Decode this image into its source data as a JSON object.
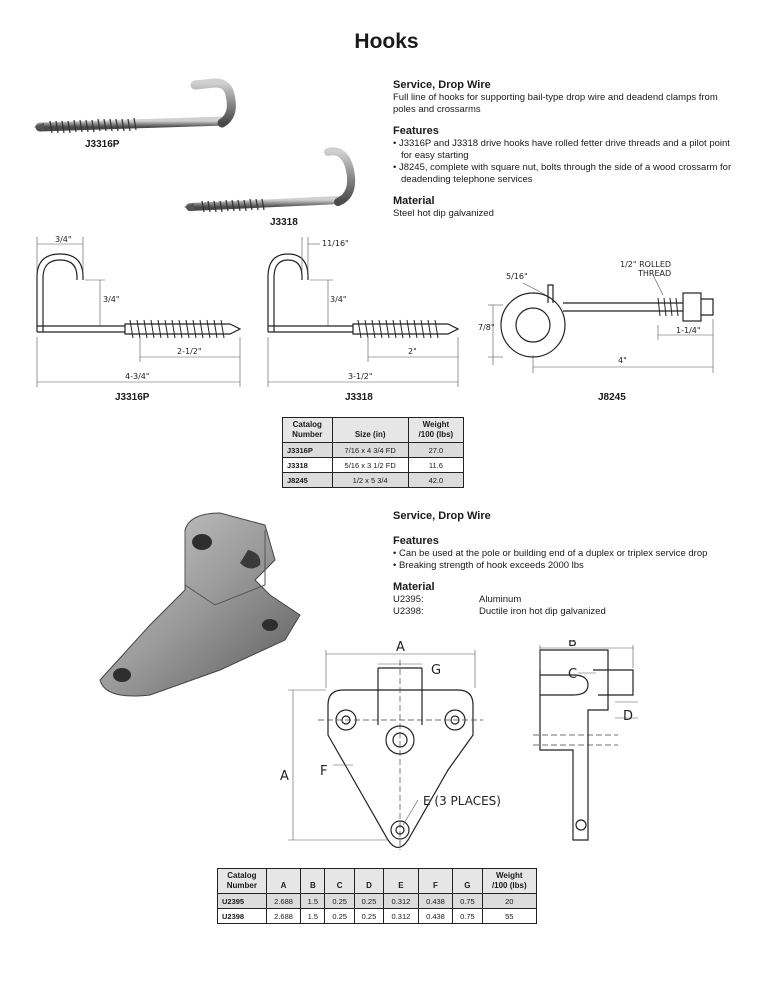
{
  "page_title": "Hooks",
  "section1": {
    "heading": "Service, Drop Wire",
    "description": "Full line of hooks for supporting bail-type drop wire and deadend clamps from poles and crossarms",
    "features_heading": "Features",
    "features": [
      "• J3316P and J3318 drive hooks have rolled fetter drive threads and a pilot point for easy starting",
      "• J8245, complete with square nut, bolts through the side of a wood crossarm for deadending telephone services"
    ],
    "material_heading": "Material",
    "material": "Steel hot dip galvanized"
  },
  "photos": {
    "hook1_label": "J3316P",
    "hook2_label": "J3318"
  },
  "drawings": {
    "d1": {
      "label": "J3316P",
      "top": "3/4\"",
      "mid": "3/4\"",
      "thread": "2-1/2\"",
      "overall": "4-3/4\""
    },
    "d2": {
      "label": "J3318",
      "top": "11/16\"",
      "mid": "3/4\"",
      "thread": "2\"",
      "overall": "3-1/2\""
    },
    "d3": {
      "label": "J8245",
      "eye": "5/16\"",
      "note_line1": "1/2\" ROLLED",
      "note_line2": "THREAD",
      "height": "7/8\"",
      "thread": "1-1/4\"",
      "overall": "4\""
    }
  },
  "table1": {
    "headers": [
      [
        "Catalog",
        "Number"
      ],
      [
        "Size (in)",
        ""
      ],
      [
        "Weight",
        "/100 (lbs)"
      ]
    ],
    "rows": [
      [
        "J3316P",
        "7/16 x 4 3/4 FD",
        "27.0"
      ],
      [
        "J3318",
        "5/16 x 3 1/2 FD",
        "11.6"
      ],
      [
        "J8245",
        "1/2 x 5 3/4",
        "42.0"
      ]
    ]
  },
  "section2": {
    "heading": "Service, Drop Wire",
    "features_heading": "Features",
    "features": [
      "• Can be used at the pole or building end of a duplex or triplex service drop",
      "• Breaking strength of hook exceeds 2000 lbs"
    ],
    "material_heading": "Material",
    "materials": [
      {
        "code": "U2395:",
        "desc": "Aluminum"
      },
      {
        "code": "U2398:",
        "desc": "Ductile iron hot dip galvanized"
      }
    ]
  },
  "bracket_drawing": {
    "A_top": "A",
    "G": "G",
    "A_side": "A",
    "F": "F",
    "E": "E (3 PLACES)",
    "B": "B",
    "C": "C",
    "D": "D"
  },
  "table2": {
    "headers": [
      [
        "Catalog",
        "Number"
      ],
      [
        "A",
        ""
      ],
      [
        "B",
        ""
      ],
      [
        "C",
        ""
      ],
      [
        "D",
        ""
      ],
      [
        "E",
        ""
      ],
      [
        "F",
        ""
      ],
      [
        "G",
        ""
      ],
      [
        "Weight",
        "/100 (lbs)"
      ]
    ],
    "rows": [
      [
        "U2395",
        "2.688",
        "1.5",
        "0.25",
        "0.25",
        "0.312",
        "0.438",
        "0.75",
        "20"
      ],
      [
        "U2398",
        "2.688",
        "1.5",
        "0.25",
        "0.25",
        "0.312",
        "0.438",
        "0.75",
        "55"
      ]
    ]
  }
}
